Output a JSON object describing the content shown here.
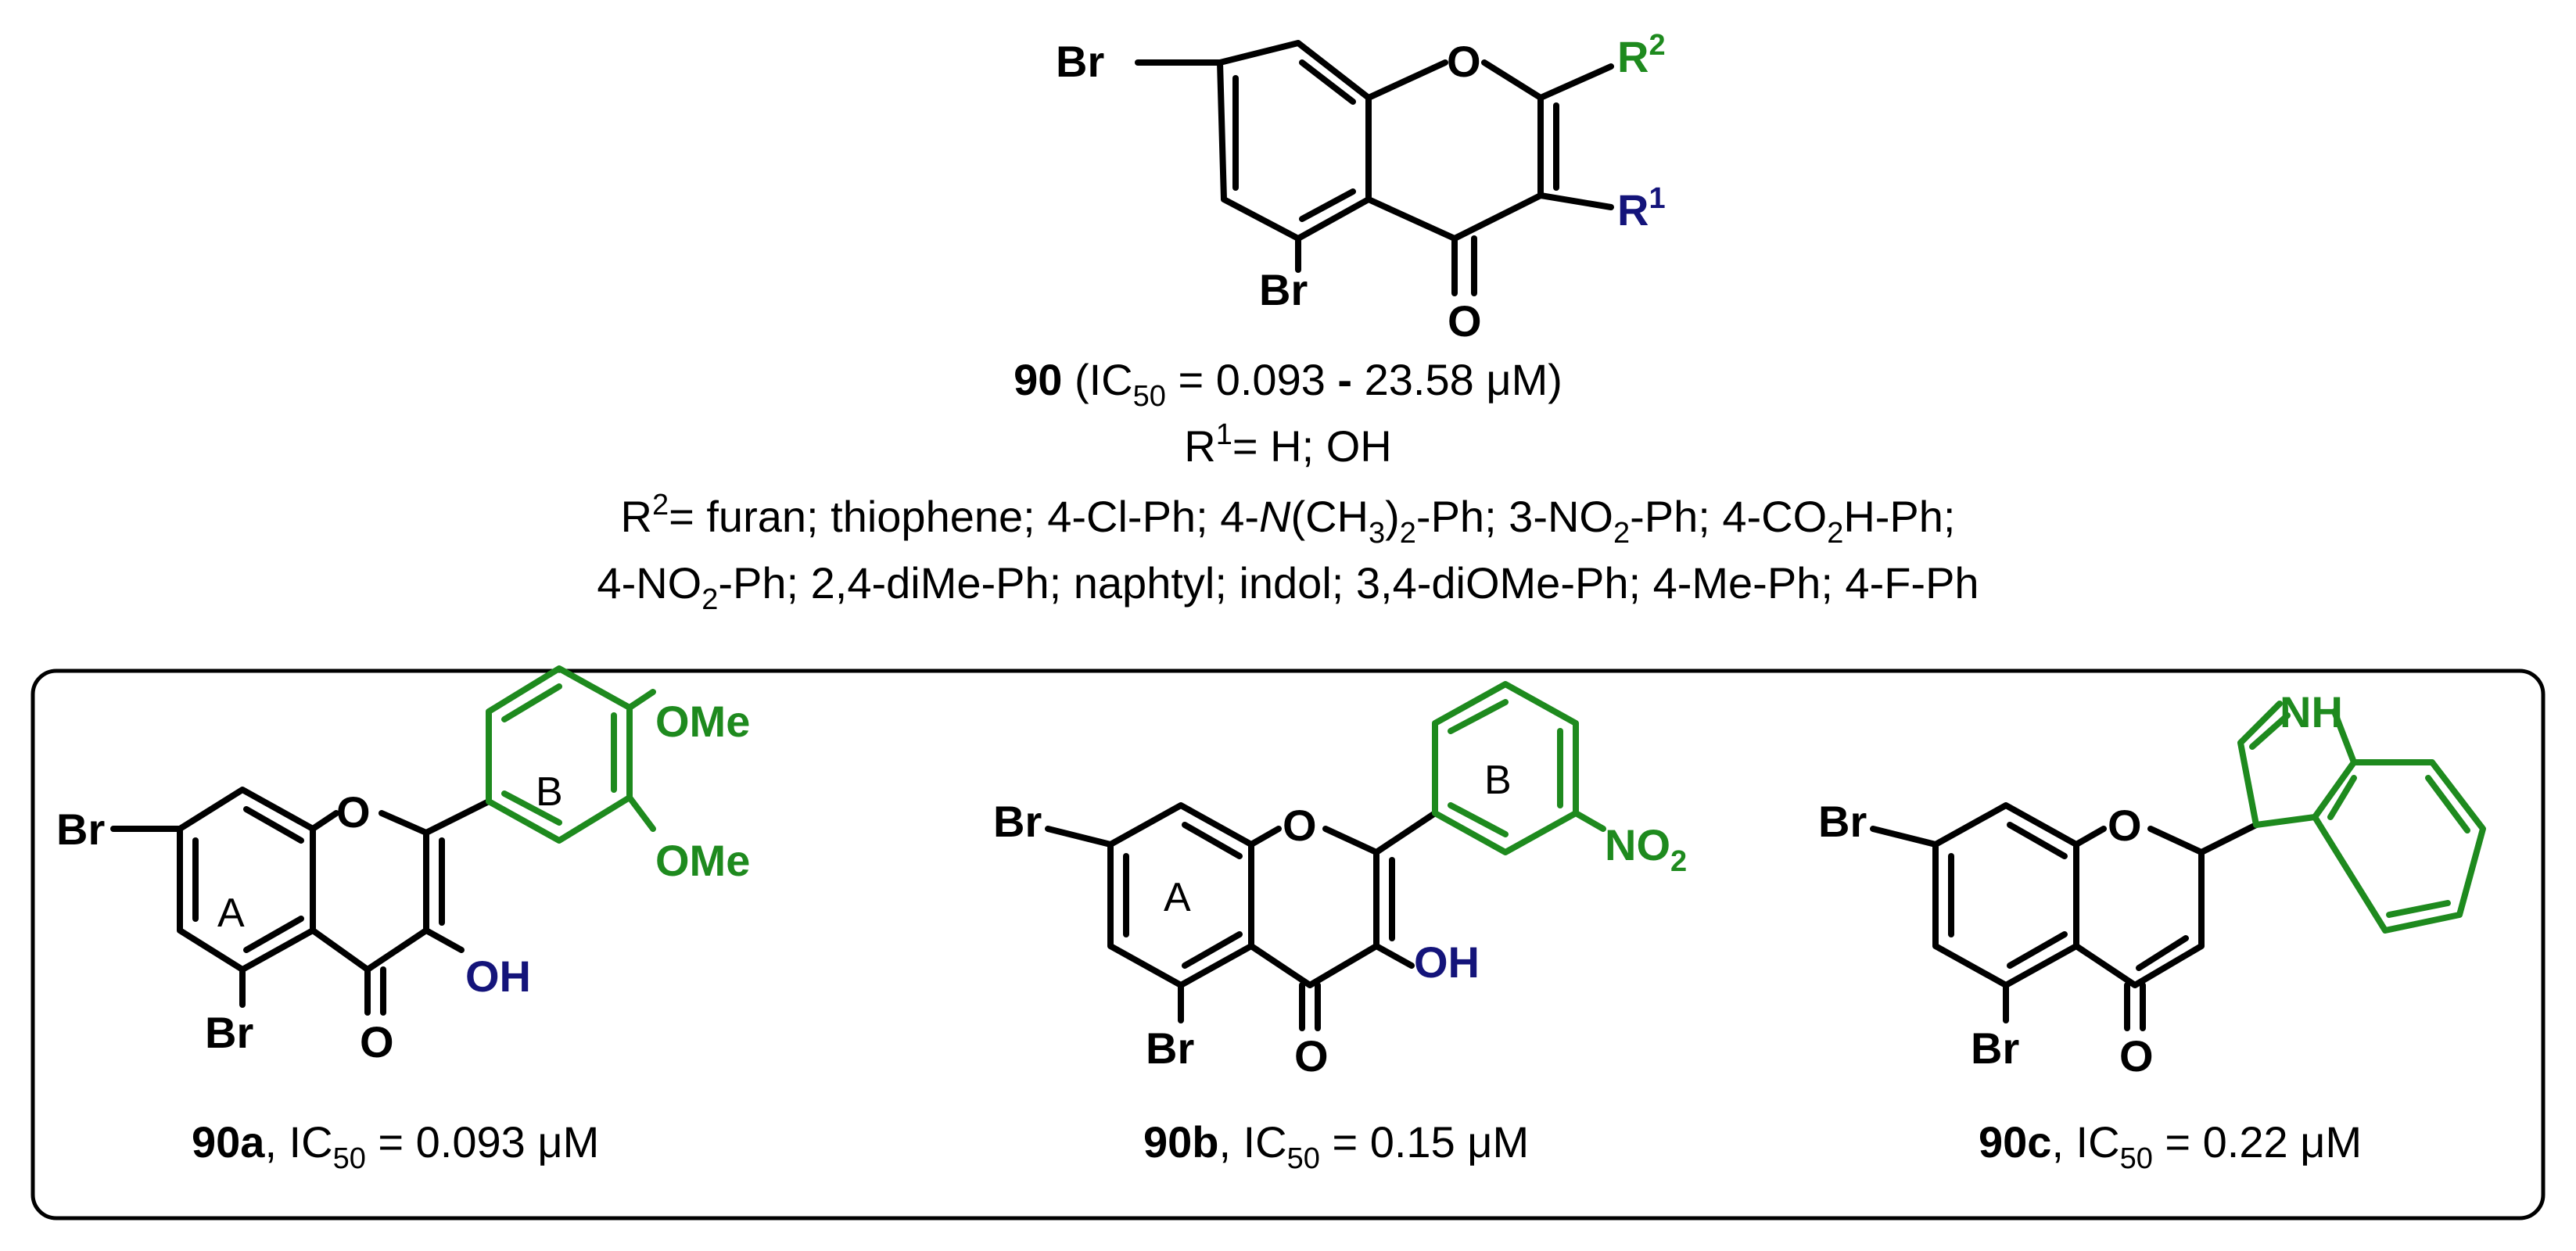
{
  "colors": {
    "r2_green": "#1e8a1e",
    "r1_blue": "#14147a",
    "box_stroke": "#000000"
  },
  "core": {
    "atoms": {
      "br_top": "Br",
      "br_bottom": "Br",
      "ring_o": "O",
      "carbonyl_o": "O",
      "r2": "R",
      "r2_sup": "2",
      "r1": "R",
      "r1_sup": "1"
    },
    "compound_id": "90",
    "ic50_prefix": "(IC",
    "ic50_sub": "50",
    "ic50_range": "= 0.093",
    "ic50_dash": "-",
    "ic50_range_end": "23.58 μM)",
    "r1_line_prefix": "R",
    "r1_line_sup": "1",
    "r1_line_rest": "= H; OH",
    "r2_line1": {
      "p1": "R",
      "p1_sup": "2",
      "p2": "= furan; thiophene; 4-Cl-Ph; 4-",
      "p2_italic": "N",
      "p3": "(CH",
      "p3_sub": "3",
      "p4": ")",
      "p4_sub": "2",
      "p5": "-Ph; 3-NO",
      "p5_sub": "2",
      "p6": "-Ph; 4-CO",
      "p6_sub": "2",
      "p7": "H-Ph;"
    },
    "r2_line2": {
      "p1": "4-NO",
      "p1_sub": "2",
      "p2": "-Ph; 2,4-diMe-Ph; naphtyl; indol; 3,4-diOMe-Ph; 4-Me-Ph; 4-F-Ph"
    }
  },
  "examples": [
    {
      "id": "90a",
      "ic50_value": ", IC",
      "ic50_sub": "50",
      "ic50_rest": " = 0.093 μM",
      "atoms": {
        "br1": "Br",
        "br2": "Br",
        "o_ring": "O",
        "o_carbonyl": "O",
        "oh": "OH",
        "ome1": "OMe",
        "ome2": "OMe",
        "ring_a": "A",
        "ring_b": "B"
      }
    },
    {
      "id": "90b",
      "ic50_value": ", IC",
      "ic50_sub": "50",
      "ic50_rest": " = 0.15 μM",
      "atoms": {
        "br1": "Br",
        "br2": "Br",
        "o_ring": "O",
        "o_carbonyl": "O",
        "oh": "OH",
        "no2": "NO",
        "no2_sub": "2",
        "ring_a": "A",
        "ring_b": "B"
      }
    },
    {
      "id": "90c",
      "ic50_value": ", IC",
      "ic50_sub": "50",
      "ic50_rest": " = 0.22 μM",
      "atoms": {
        "br1": "Br",
        "br2": "Br",
        "o_ring": "O",
        "o_carbonyl": "O",
        "nh": "NH"
      }
    }
  ]
}
